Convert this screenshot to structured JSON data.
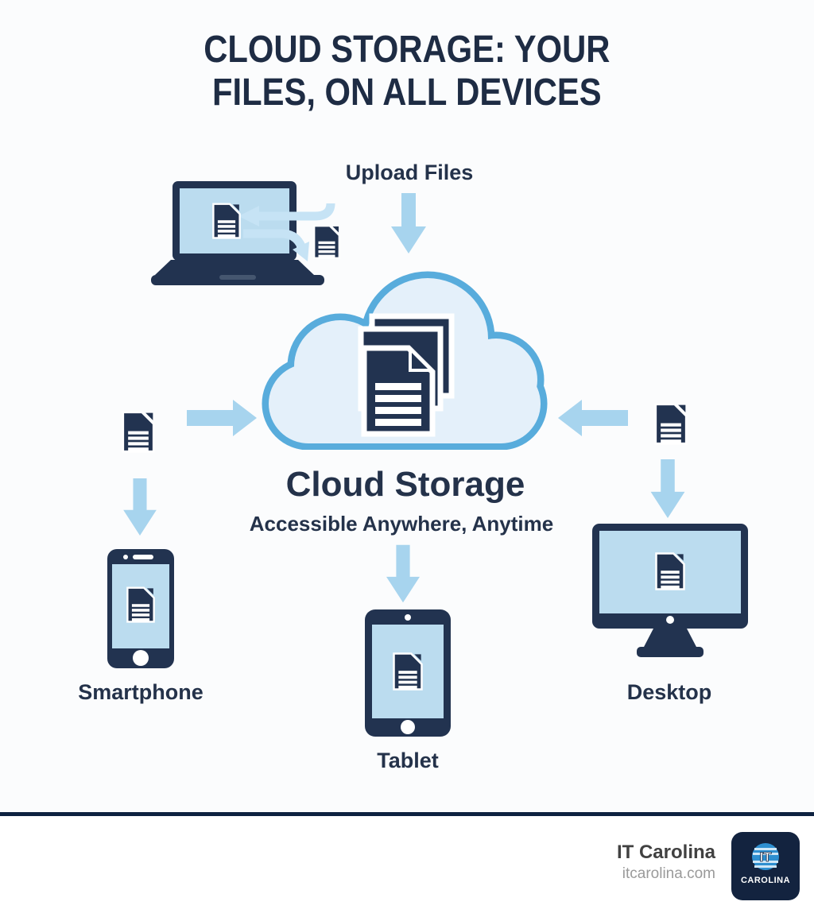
{
  "title": {
    "line1": "CLOUD STORAGE: YOUR",
    "line2": "FILES, ON ALL DEVICES"
  },
  "diagram": {
    "upload_label": "Upload Files",
    "cloud": {
      "title": "Cloud Storage",
      "subtitle": "Accessible Anywhere, Anytime"
    },
    "devices": {
      "smartphone": "Smartphone",
      "tablet": "Tablet",
      "desktop": "Desktop"
    },
    "icons": {
      "laptop": "laptop-icon",
      "document": "document-icon",
      "cloud": "cloud-icon",
      "document_stack": "document-stack-icon",
      "smartphone": "smartphone-icon",
      "tablet": "tablet-icon",
      "desktop": "desktop-icon",
      "arrow_down": "arrow-down-icon",
      "arrow_right": "arrow-right-icon",
      "arrow_left": "arrow-left-icon",
      "sync_arrows": "sync-arrows-icon"
    }
  },
  "footer": {
    "company": "IT Carolina",
    "website": "itcarolina.com",
    "logo": {
      "monogram": "IT",
      "name": "CAROLINA"
    }
  },
  "colors": {
    "bg": "#FBFCFD",
    "navy": "#223350",
    "navy_text": "#24324A",
    "title_color": "#1E2C44",
    "arrow_blue": "#A7D4EE",
    "pale_arrow": "#C6E3F5",
    "cloud_fill": "#E4F0FA",
    "cloud_stroke": "#58ACDC",
    "screen_blue": "#BBDCEF",
    "divider": "#0E2240",
    "footer_company": "#414141",
    "footer_site": "#9A9A9A",
    "logo_bg": "#13233F",
    "logo_circle": "#2E8FD0"
  }
}
